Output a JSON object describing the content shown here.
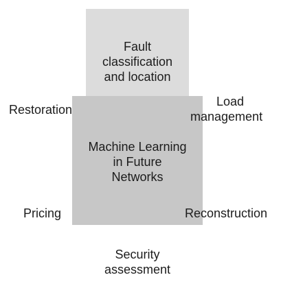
{
  "diagram": {
    "top_box": {
      "lines": [
        "Fault",
        "classification",
        "and location"
      ]
    },
    "center_box": {
      "lines": [
        "Machine Learning",
        "in Future",
        "Networks"
      ]
    },
    "outer_labels": {
      "restoration": "Restoration",
      "load_management": [
        "Load",
        "management"
      ],
      "pricing": "Pricing",
      "reconstruction": "Reconstruction",
      "security_assessment": [
        "Security",
        "assessment"
      ]
    },
    "colors": {
      "top_box": "#dcdcdc",
      "center_box": "#c7c7c7",
      "text": "#1c1c1c"
    }
  }
}
